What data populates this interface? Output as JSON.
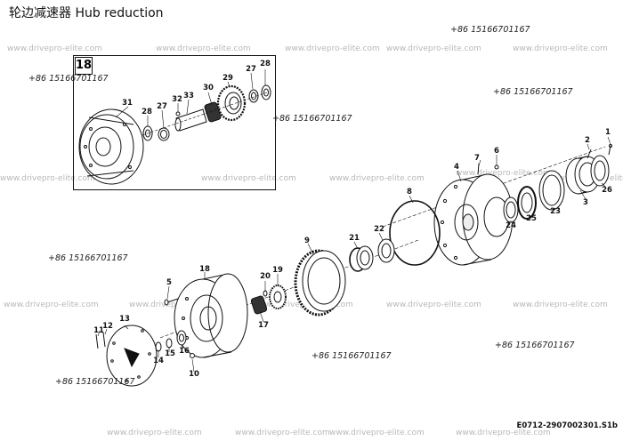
{
  "title": "轮边减速器 Hub reduction",
  "doc_id": "E0712-2907002301.S1b",
  "inset_label": "18",
  "watermark": "www.drivepro-elite.com",
  "phone": "+86 15166701167",
  "callouts": {
    "c1": "1",
    "c2": "2",
    "c3": "3",
    "c4": "4",
    "c5": "5",
    "c6": "6",
    "c7": "7",
    "c8": "8",
    "c9": "9",
    "c10": "10",
    "c11": "11",
    "c12": "12",
    "c13": "13",
    "c14": "14",
    "c15": "15",
    "c16": "16",
    "c17": "17",
    "c18": "18",
    "c19": "19",
    "c20": "20",
    "c21": "21",
    "c22": "22",
    "c23": "23",
    "c24": "24",
    "c25": "25",
    "c26": "26",
    "i27a": "27",
    "i27b": "27",
    "i28a": "28",
    "i28b": "28",
    "i29": "29",
    "i30": "30",
    "i31": "31",
    "i32": "32",
    "i33": "33"
  }
}
